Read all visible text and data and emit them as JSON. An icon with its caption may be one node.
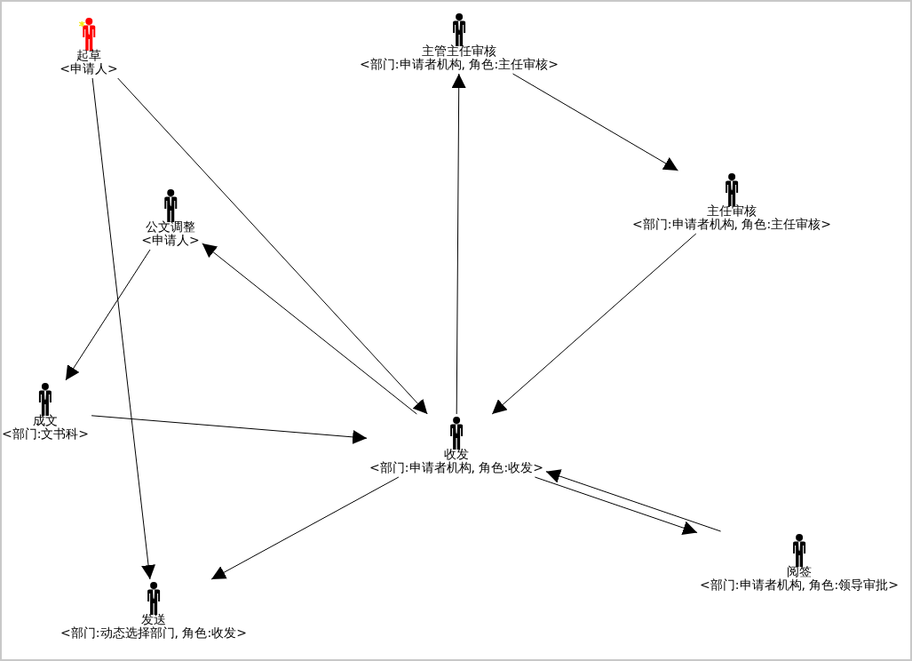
{
  "diagram": {
    "nodes": [
      {
        "text": [
          "起草",
          "<申请人>"
        ]
      },
      {
        "text": [
          "主管主任审核",
          "<部门:申请者机构, 角色:主任审核>"
        ]
      },
      {
        "text": [
          "主任审核",
          "<部门:申请者机构, 角色:主任审核>"
        ]
      },
      {
        "text": [
          "公文调整",
          "<申请人>"
        ]
      },
      {
        "text": [
          "成文",
          "<部门:文书科>"
        ]
      },
      {
        "text": [
          "收发",
          "<部门:申请者机构, 角色:收发>"
        ]
      },
      {
        "text": [
          "阅签",
          "<部门:申请者机构, 角色:领导审批>"
        ]
      },
      {
        "text": [
          "发送",
          "<部门:动态选择部门, 角色:收发>"
        ]
      }
    ],
    "edges": [
      {
        "from": 0,
        "to": 7,
        "arrow": "to"
      },
      {
        "from": 0,
        "to": 5,
        "arrow": "to"
      },
      {
        "from": 5,
        "to": 3,
        "arrow": "to"
      },
      {
        "from": 3,
        "to": 4,
        "arrow": "to"
      },
      {
        "from": 4,
        "to": 5,
        "arrow": "to"
      },
      {
        "from": 5,
        "to": 1,
        "arrow": "to"
      },
      {
        "from": 1,
        "to": 2,
        "arrow": "to"
      },
      {
        "from": 2,
        "to": 5,
        "arrow": "to"
      },
      {
        "from": 5,
        "to": 7,
        "arrow": "to"
      },
      {
        "from": 5,
        "to": 6,
        "arrow": "to"
      },
      {
        "from": 6,
        "to": 5,
        "arrow": "to"
      }
    ]
  }
}
